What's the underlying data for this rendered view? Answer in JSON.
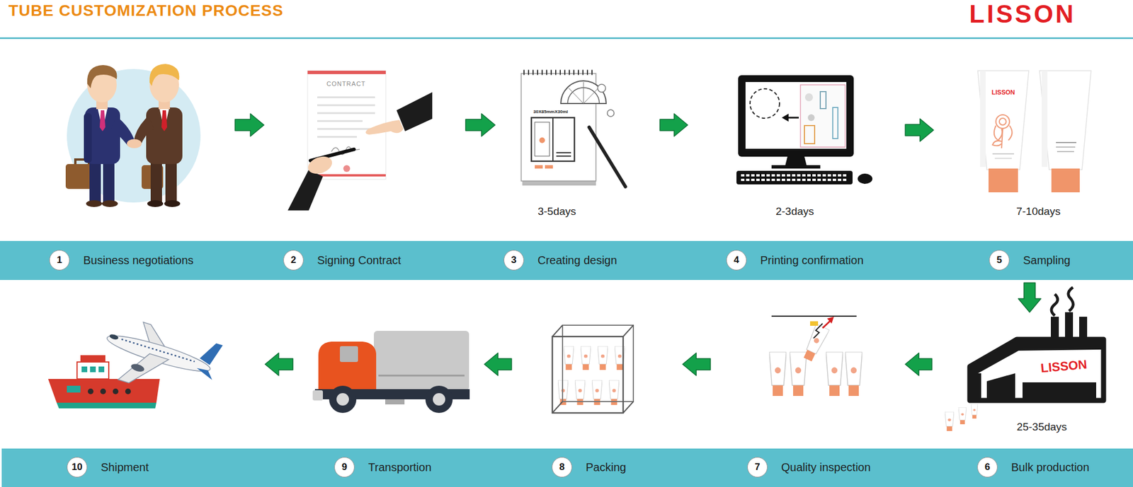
{
  "diagram": {
    "title": "TUBE CUSTOMIZATION PROCESS",
    "nodes": [
      {
        "text": [
          "1",
          "Business negotiations"
        ]
      },
      {
        "text": [
          "2",
          "Signing Contract"
        ]
      },
      {
        "text": [
          "3",
          "Creating design"
        ]
      },
      {
        "text": [
          "4",
          "Printing confirmation"
        ]
      },
      {
        "text": [
          "5",
          "Sampling"
        ]
      },
      {
        "text": [
          "6",
          "Bulk production"
        ]
      },
      {
        "text": [
          "7",
          "Quality inspection"
        ]
      },
      {
        "text": [
          "8",
          "Packing"
        ]
      },
      {
        "text": [
          "9",
          "Transportion"
        ]
      },
      {
        "text": [
          "10",
          "Shipment"
        ]
      }
    ],
    "edges": [
      {
        "from": 0,
        "to": 1,
        "arrow": "to"
      },
      {
        "from": 1,
        "to": 2,
        "arrow": "to"
      },
      {
        "from": 2,
        "to": 3,
        "arrow": "to"
      },
      {
        "from": 3,
        "to": 4,
        "arrow": "to"
      },
      {
        "from": 4,
        "to": 5,
        "arrow": "to"
      },
      {
        "from": 5,
        "to": 6,
        "arrow": "to"
      },
      {
        "from": 6,
        "to": 7,
        "arrow": "to"
      },
      {
        "from": 7,
        "to": 8,
        "arrow": "to"
      },
      {
        "from": 8,
        "to": 9,
        "arrow": "to"
      }
    ],
    "labels": [
      "LISSON",
      "CONTRACT",
      "30X85mmX30ml",
      "3-5days",
      "2-3days",
      "LISSON",
      "7-10days",
      "LISSON",
      "25-35days"
    ]
  }
}
